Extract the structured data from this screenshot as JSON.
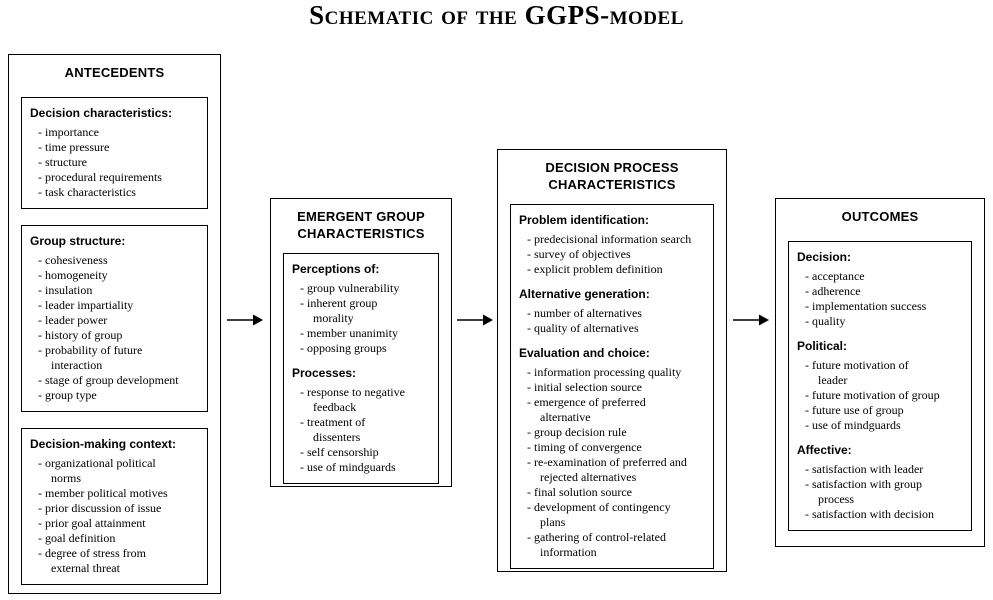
{
  "title": "Schematic of the GGPS-model",
  "colors": {
    "border": "#000000",
    "background": "#ffffff",
    "text": "#000000"
  },
  "icons": {
    "flow_arrow": "arrow-right-icon"
  },
  "columns": [
    {
      "header": "ANTECEDENTS",
      "panels": [
        {
          "sections": [
            {
              "heading": "Decision characteristics:",
              "items": [
                "importance",
                "time pressure",
                "structure",
                "procedural requirements",
                "task characteristics"
              ]
            }
          ]
        },
        {
          "sections": [
            {
              "heading": "Group structure:",
              "items": [
                "cohesiveness",
                "homogeneity",
                "insulation",
                "leader impartiality",
                "leader power",
                "history of group",
                "probability of future\ninteraction",
                "stage of group development",
                "group type"
              ]
            }
          ]
        },
        {
          "sections": [
            {
              "heading": "Decision-making context:",
              "items": [
                "organizational political\nnorms",
                "member political motives",
                "prior discussion of issue",
                "prior goal attainment",
                "goal definition",
                "degree of stress from\nexternal threat"
              ]
            }
          ]
        }
      ]
    },
    {
      "header": "EMERGENT GROUP CHARACTERISTICS",
      "panels": [
        {
          "sections": [
            {
              "heading": "Perceptions of:",
              "items": [
                "group vulnerability",
                "inherent group\nmorality",
                "member unanimity",
                "opposing groups"
              ]
            },
            {
              "heading": "Processes:",
              "items": [
                "response to negative\nfeedback",
                "treatment of\ndissenters",
                "self censorship",
                "use of mindguards"
              ]
            }
          ]
        }
      ]
    },
    {
      "header": "DECISION PROCESS CHARACTERISTICS",
      "panels": [
        {
          "sections": [
            {
              "heading": "Problem identification:",
              "items": [
                "predecisional information search",
                "survey of objectives",
                "explicit problem definition"
              ]
            },
            {
              "heading": "Alternative generation:",
              "items": [
                "number of alternatives",
                "quality of alternatives"
              ]
            },
            {
              "heading": "Evaluation and choice:",
              "items": [
                "information processing quality",
                "initial selection source",
                "emergence of preferred\nalternative",
                "group decision rule",
                "timing of convergence",
                "re-examination of preferred and\nrejected alternatives",
                "final solution source",
                "development of contingency\nplans",
                "gathering of control-related\ninformation"
              ]
            }
          ]
        }
      ]
    },
    {
      "header": "OUTCOMES",
      "panels": [
        {
          "sections": [
            {
              "heading": "Decision:",
              "items": [
                "acceptance",
                "adherence",
                "implementation success",
                "quality"
              ]
            },
            {
              "heading": "Political:",
              "items": [
                "future motivation of\nleader",
                "future motivation of group",
                "future use of group",
                "use of mindguards"
              ]
            },
            {
              "heading": "Affective:",
              "items": [
                "satisfaction with leader",
                "satisfaction with group\nprocess",
                "satisfaction with decision"
              ]
            }
          ]
        }
      ]
    }
  ]
}
